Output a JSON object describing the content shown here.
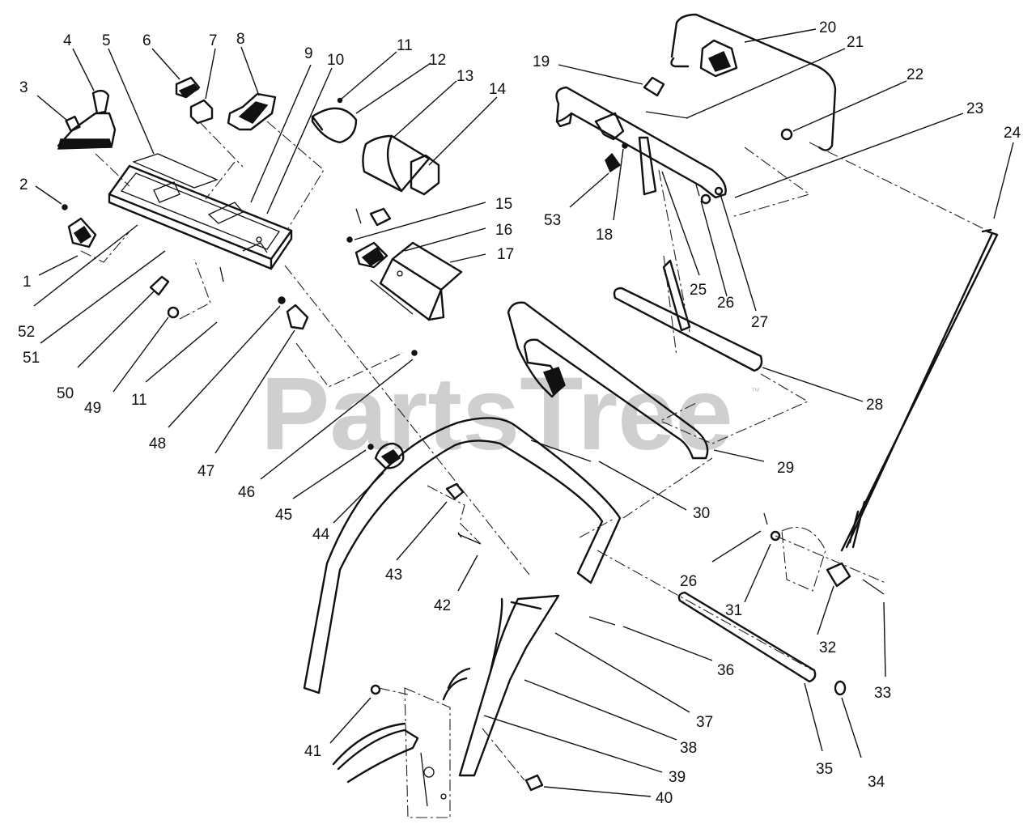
{
  "watermark": {
    "text": "PartsTree",
    "trademark": "™"
  },
  "callouts": [
    {
      "label": "1"
    },
    {
      "label": "2"
    },
    {
      "label": "3"
    },
    {
      "label": "4"
    },
    {
      "label": "5"
    },
    {
      "label": "6"
    },
    {
      "label": "7"
    },
    {
      "label": "8"
    },
    {
      "label": "9"
    },
    {
      "label": "10"
    },
    {
      "label": "11"
    },
    {
      "label": "12"
    },
    {
      "label": "13"
    },
    {
      "label": "14"
    },
    {
      "label": "15"
    },
    {
      "label": "16"
    },
    {
      "label": "17"
    },
    {
      "label": "18"
    },
    {
      "label": "19"
    },
    {
      "label": "20"
    },
    {
      "label": "21"
    },
    {
      "label": "22"
    },
    {
      "label": "23"
    },
    {
      "label": "24"
    },
    {
      "label": "25"
    },
    {
      "label": "26"
    },
    {
      "label": "27"
    },
    {
      "label": "28"
    },
    {
      "label": "29"
    },
    {
      "label": "30"
    },
    {
      "label": "31"
    },
    {
      "label": "32"
    },
    {
      "label": "33"
    },
    {
      "label": "34"
    },
    {
      "label": "35"
    },
    {
      "label": "36"
    },
    {
      "label": "37"
    },
    {
      "label": "38"
    },
    {
      "label": "39"
    },
    {
      "label": "40"
    },
    {
      "label": "41"
    },
    {
      "label": "42"
    },
    {
      "label": "43"
    },
    {
      "label": "44"
    },
    {
      "label": "45"
    },
    {
      "label": "46"
    },
    {
      "label": "47"
    },
    {
      "label": "48"
    },
    {
      "label": "49"
    },
    {
      "label": "50"
    },
    {
      "label": "51"
    },
    {
      "label": "52"
    },
    {
      "label": "53"
    },
    {
      "label": "11"
    },
    {
      "label": "26"
    }
  ]
}
